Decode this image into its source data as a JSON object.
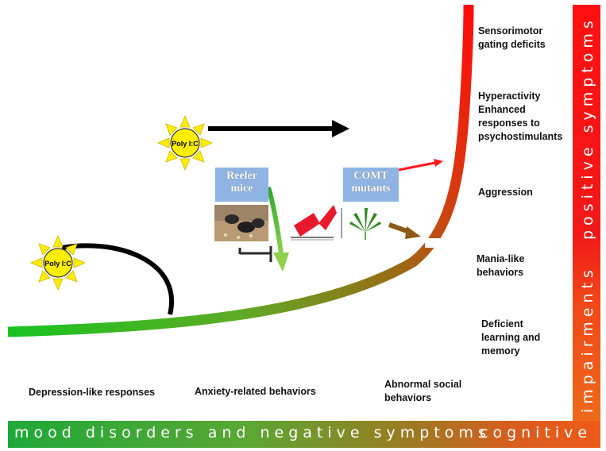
{
  "axis": {
    "bottom_left": "mood disorders and negative symptoms",
    "bottom_right": "cognitive",
    "right_top": "positive symptoms",
    "right_bottom": "impairments"
  },
  "behaviors": {
    "sensorimotor": "Sensorimotor\ngating deficits",
    "hyperactivity": "Hyperactivity\nEnhanced\nresponses to\npsychostimulants",
    "aggression": "Aggression",
    "mania": "Mania-like\nbehaviors",
    "learning": "Deficient\nlearning and\nmemory",
    "social": "Abnormal social\nbehaviors",
    "anxiety": "Anxiety-related behaviors",
    "depression": "Depression-like responses"
  },
  "models": {
    "polyic_top": "Poly I:C",
    "polyic_bottom": "Poly I:C",
    "reeler": "Reeler\nmice",
    "comt": "COMT\nmutants"
  },
  "colors": {
    "green": "#2fb52f",
    "red": "#ff1010",
    "brown": "#8b5a14",
    "sun_yellow": "#ffee00",
    "box_blue": "#8fb4e3"
  }
}
